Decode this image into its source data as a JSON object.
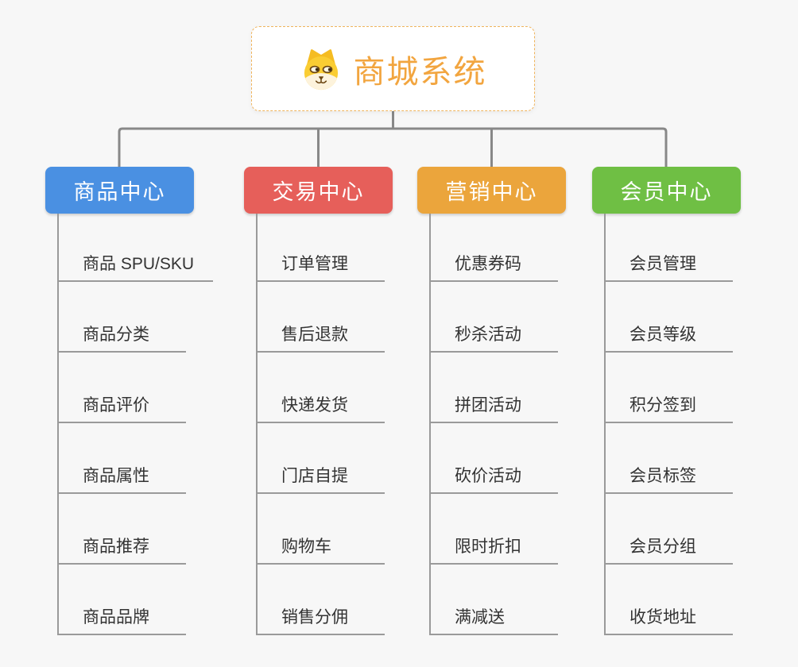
{
  "root": {
    "title": "商城系统",
    "title_color": "#F2A53F",
    "icon": "dog-face-icon",
    "border_color": "#F0B45C",
    "background": "#FFFFFF"
  },
  "branches": [
    {
      "label": "商品中心",
      "color": "#4A90E2",
      "children": [
        "商品 SPU/SKU",
        "商品分类",
        "商品评价",
        "商品属性",
        "商品推荐",
        "商品品牌"
      ]
    },
    {
      "label": "交易中心",
      "color": "#E65F5A",
      "children": [
        "订单管理",
        "售后退款",
        "快递发货",
        "门店自提",
        "购物车",
        "销售分佣"
      ]
    },
    {
      "label": "营销中心",
      "color": "#EBA53C",
      "children": [
        "优惠券码",
        "秒杀活动",
        "拼团活动",
        "砍价活动",
        "限时折扣",
        "满减送"
      ]
    },
    {
      "label": "会员中心",
      "color": "#6FBF44",
      "children": [
        "会员管理",
        "会员等级",
        "积分签到",
        "会员标签",
        "会员分组",
        "收货地址"
      ]
    }
  ],
  "colors": {
    "background": "#F7F7F7",
    "connector": "#888888",
    "leaf_line": "#9A9A9A",
    "leaf_text": "#333333"
  }
}
